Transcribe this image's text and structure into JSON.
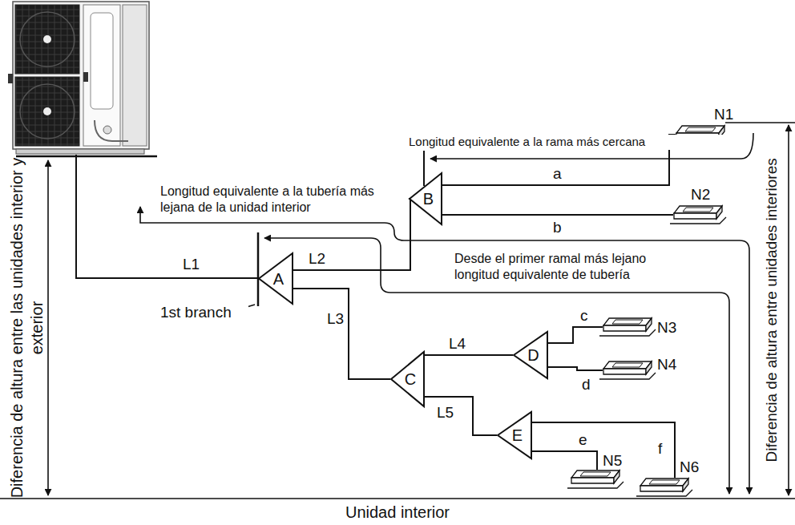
{
  "diagram": {
    "nodes": [
      {
        "text": [
          "A"
        ]
      },
      {
        "text": [
          "B"
        ]
      },
      {
        "text": [
          "C"
        ]
      },
      {
        "text": [
          "D"
        ]
      },
      {
        "text": [
          "E"
        ]
      },
      {
        "text": [
          "N1"
        ]
      },
      {
        "text": [
          "N2"
        ]
      },
      {
        "text": [
          "N3"
        ]
      },
      {
        "text": [
          "N4"
        ]
      },
      {
        "text": [
          "N5"
        ]
      },
      {
        "text": [
          "N6"
        ]
      }
    ],
    "edges": [
      {
        "from": 0,
        "to": 1,
        "arrow": "none",
        "label": "L2"
      },
      {
        "from": 0,
        "to": 2,
        "arrow": "none",
        "label": "L3"
      },
      {
        "from": 2,
        "to": 3,
        "arrow": "none",
        "label": "L4"
      },
      {
        "from": 2,
        "to": 4,
        "arrow": "none",
        "label": "L5"
      },
      {
        "from": 1,
        "to": 5,
        "arrow": "none",
        "label": "a"
      },
      {
        "from": 1,
        "to": 6,
        "arrow": "none",
        "label": "b"
      },
      {
        "from": 3,
        "to": 7,
        "arrow": "none",
        "label": "c"
      },
      {
        "from": 3,
        "to": 8,
        "arrow": "none",
        "label": "d"
      },
      {
        "from": 4,
        "to": 9,
        "arrow": "none",
        "label": "e"
      },
      {
        "from": 4,
        "to": 10,
        "arrow": "none",
        "label": "f"
      }
    ],
    "labels": [
      "Longitud equivalente a la rama más cercana",
      "Longitud equivalente a la tubería más lejana de la unidad interior",
      "Desde el primer ramal más lejano longitud equivalente de tubería",
      "L1",
      "1st branch",
      "Diferencia de altura entre las unidades interior y exterior",
      "Diferencia de altura entre unidades interiores",
      "Unidad interior"
    ]
  }
}
